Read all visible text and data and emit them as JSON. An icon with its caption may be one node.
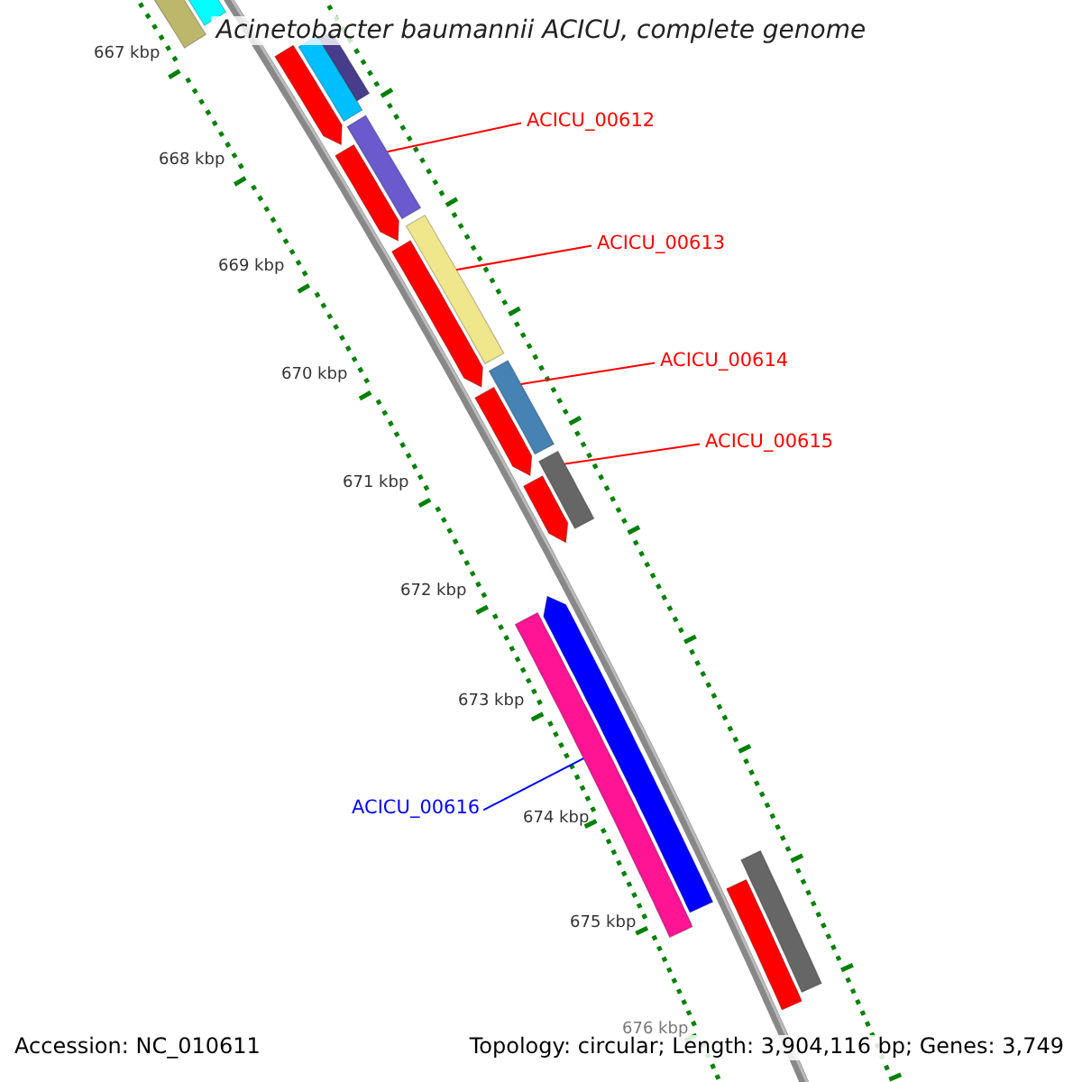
{
  "diagram": {
    "title": "Acinetobacter baumannii ACICU, complete genome",
    "nodes": [
      {
        "text": [],
        "shape": "bar"
      },
      {
        "text": [],
        "shape": "bar"
      },
      {
        "text": [],
        "shape": "arrow"
      },
      {
        "text": [],
        "shape": "bar"
      },
      {
        "text": [],
        "shape": "bar"
      },
      {
        "text": [
          "ACICU_00612"
        ]
      },
      {
        "text": [],
        "shape": "bar"
      },
      {
        "text": [],
        "shape": "arrow"
      },
      {
        "text": [
          "ACICU_00613"
        ]
      },
      {
        "text": [],
        "shape": "bar"
      },
      {
        "text": [],
        "shape": "arrow"
      },
      {
        "text": [
          "ACICU_00614"
        ]
      },
      {
        "text": [],
        "shape": "bar"
      },
      {
        "text": [],
        "shape": "arrow"
      },
      {
        "text": [
          "ACICU_00615"
        ]
      },
      {
        "text": [],
        "shape": "bar"
      },
      {
        "text": [],
        "shape": "arrow"
      },
      {
        "text": [],
        "shape": "arrow"
      },
      {
        "text": [
          "ACICU_00616"
        ]
      },
      {
        "text": [],
        "shape": "bar"
      },
      {
        "text": [],
        "shape": "bar"
      },
      {
        "text": [],
        "shape": "bar"
      }
    ],
    "edges": [
      {
        "from": 5,
        "to": 6,
        "arrow": "none"
      },
      {
        "from": 8,
        "to": 9,
        "arrow": "none"
      },
      {
        "from": 11,
        "to": 12,
        "arrow": "none"
      },
      {
        "from": 14,
        "to": 15,
        "arrow": "none"
      },
      {
        "from": 18,
        "to": 19,
        "arrow": "none",
        "color": "#0000ff"
      }
    ],
    "labels": [
      "667 kbp",
      "668 kbp",
      "669 kbp",
      "670 kbp",
      "671 kbp",
      "672 kbp",
      "673 kbp",
      "674 kbp",
      "675 kbp",
      "676 kbp",
      "Accession: NC_010611",
      "Topology: circular; Length: 3,904,116 bp; Genes: 3,749"
    ]
  }
}
